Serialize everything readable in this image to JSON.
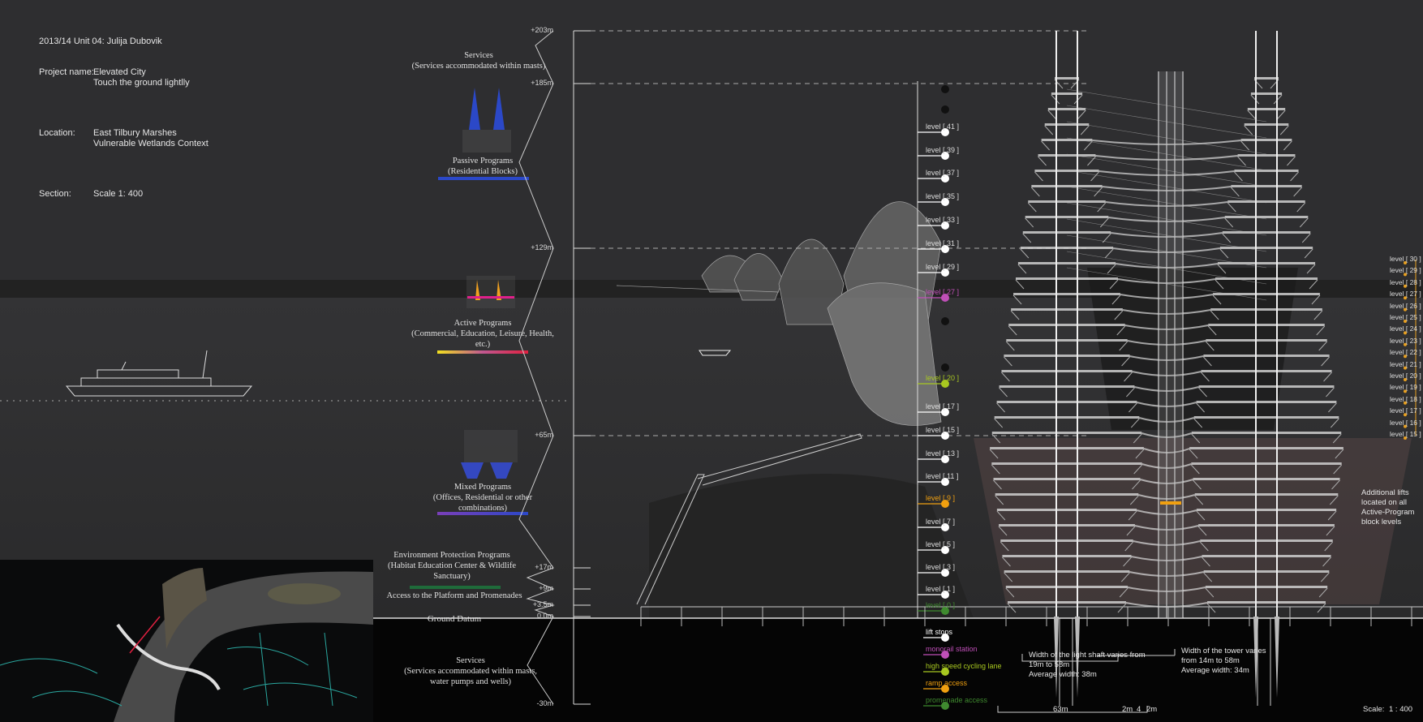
{
  "header": {
    "credit": "2013/14 Unit 04: Julija Dubovik",
    "project_label": "Project name:",
    "project_name": "Elevated City",
    "project_subtitle": "Touch the ground lightlly",
    "location_label": "Location:",
    "location_name": "East Tilbury Marshes",
    "location_subtitle": "Vulnerable Wetlands Context",
    "section_label": "Section:",
    "section_scale": "Scale 1: 400"
  },
  "programs": [
    {
      "title": "Services",
      "desc": "(Services accommodated within masts)"
    },
    {
      "title": "Passive Programs",
      "desc": "(Residential Blocks)",
      "color": "#2b48c8"
    },
    {
      "title": "Active Programs",
      "desc": "(Commercial, Education, Leisure, Health, etc.)",
      "color_from": "#f2e020",
      "color_to": "#e02040"
    },
    {
      "title": "Mixed Programs",
      "desc": "(Offices, Residential or other combinations)",
      "color_from": "#7a3fb8",
      "color_to": "#2b48c8"
    },
    {
      "title": "Environment Protection Programs",
      "desc": "(Habitat Education Center & Wildlife Sanctuary)",
      "color": "#1f6b3a"
    },
    {
      "title": "Access to the Platform and Promenades",
      "desc": ""
    },
    {
      "title": "Ground Datum",
      "desc": ""
    },
    {
      "title": "Services",
      "desc": "(Services accommodated within masts, water pumps and wells)"
    }
  ],
  "elevations": [
    "+203m",
    "+185m",
    "+129m",
    "+65m",
    "+17m",
    "+9m",
    "+3.5m",
    "0.0m",
    "-30m"
  ],
  "levels_left": [
    {
      "label": "level [ 41 ]",
      "type": "lift"
    },
    {
      "label": "level [ 39 ]",
      "type": "lift"
    },
    {
      "label": "level [ 37 ]",
      "type": "lift"
    },
    {
      "label": "level [ 35 ]",
      "type": "lift"
    },
    {
      "label": "level [ 33 ]",
      "type": "lift"
    },
    {
      "label": "level [ 31 ]",
      "type": "lift"
    },
    {
      "label": "level [ 29 ]",
      "type": "lift"
    },
    {
      "label": "level [ 27 ]",
      "type": "monorail"
    },
    {
      "label": "level [ 20 ]",
      "type": "cycling"
    },
    {
      "label": "level [ 17 ]",
      "type": "lift"
    },
    {
      "label": "level [ 15 ]",
      "type": "lift"
    },
    {
      "label": "level [ 13 ]",
      "type": "lift"
    },
    {
      "label": "level [ 11 ]",
      "type": "lift"
    },
    {
      "label": "level [ 9 ]",
      "type": "ramp"
    },
    {
      "label": "level [ 7 ]",
      "type": "lift"
    },
    {
      "label": "level [ 5 ]",
      "type": "lift"
    },
    {
      "label": "level [ 3 ]",
      "type": "lift"
    },
    {
      "label": "level [ 1 ]",
      "type": "lift"
    },
    {
      "label": "level [ 0 ]",
      "type": "promenade"
    }
  ],
  "levels_right": [
    "level [ 30 ]",
    "level [ 29 ]",
    "level [ 28 ]",
    "level [ 27 ]",
    "level [ 26 ]",
    "level [ 25 ]",
    "level [ 24 ]",
    "level [ 23 ]",
    "level [ 22 ]",
    "level [ 21 ]",
    "level [ 20 ]",
    "level [ 19 ]",
    "level [ 18 ]",
    "level [ 17 ]",
    "level [ 16 ]",
    "level [ 15 ]"
  ],
  "legend": [
    {
      "label": "lift stops",
      "color": "#ffffff"
    },
    {
      "label": "monorail station",
      "color": "#c04fb8"
    },
    {
      "label": "high speed cycling lane",
      "color": "#a8c820"
    },
    {
      "label": "ramp access",
      "color": "#f0a010"
    },
    {
      "label": "promenade access",
      "color": "#3f8a2f"
    }
  ],
  "annotations": {
    "lifts": "Additional lifts located on all Active-Program block levels",
    "light_shaft_1": "Width of the light shaft varies from",
    "light_shaft_2": "19m to 58m",
    "light_shaft_3": "Average width: 38m",
    "tower_1": "Width of the tower varies",
    "tower_2": "from 14m to 58m",
    "tower_3": "Average width: 34m",
    "dim_63": "63m",
    "dim_2a": "2m",
    "dim_4": "4",
    "dim_2b": "2m",
    "scale_label": "Scale:",
    "scale_value": "1 : 400"
  }
}
